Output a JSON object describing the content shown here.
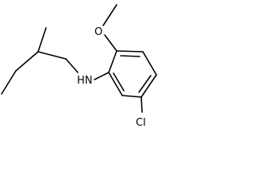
{
  "molecule": {
    "atoms": {
      "methoxy_oxygen": "O",
      "amine": "HN",
      "chlorine": "Cl"
    }
  }
}
